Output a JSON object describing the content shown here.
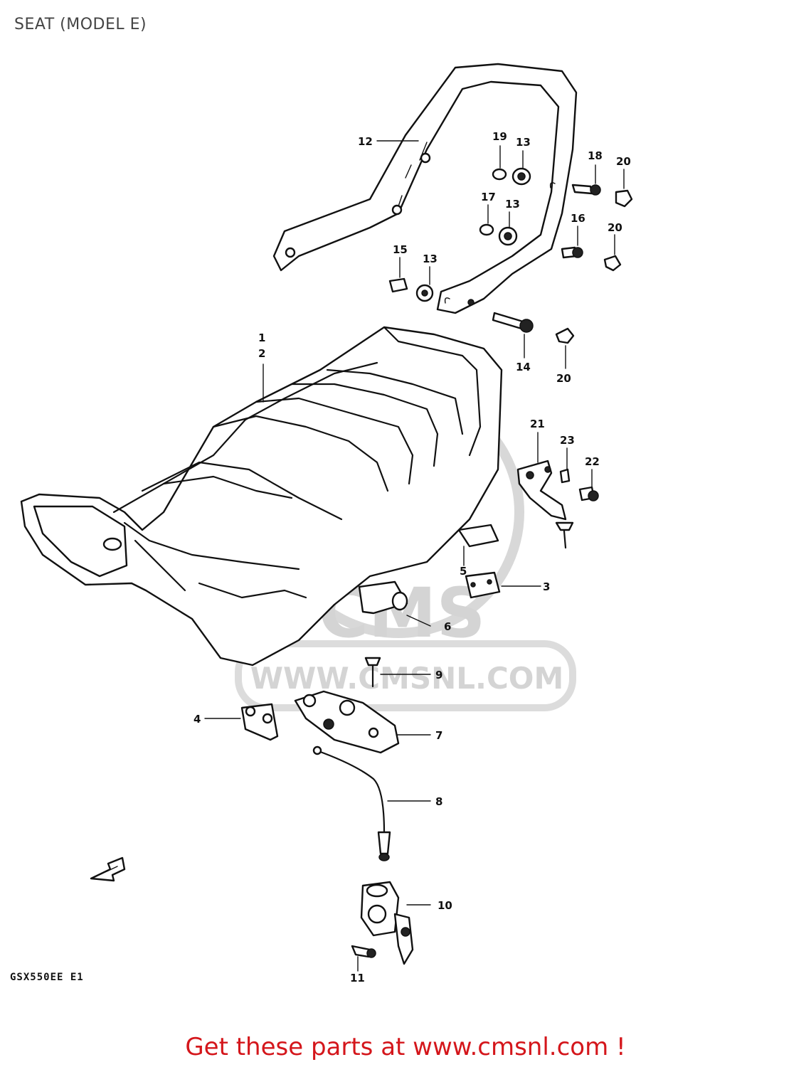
{
  "title": "SEAT (MODEL E)",
  "watermark": {
    "brand": "CMS",
    "url": "WWW.CMSNL.COM"
  },
  "model_code": "GSX550EE E1",
  "footer": {
    "text": "Get these parts at www.cmsnl.com !",
    "color": "#d4161b"
  },
  "callouts": [
    {
      "id": "c1",
      "text": "1"
    },
    {
      "id": "c2",
      "text": "2"
    },
    {
      "id": "c3",
      "text": "3"
    },
    {
      "id": "c4",
      "text": "4"
    },
    {
      "id": "c5",
      "text": "5"
    },
    {
      "id": "c6",
      "text": "6"
    },
    {
      "id": "c7",
      "text": "7"
    },
    {
      "id": "c8",
      "text": "8"
    },
    {
      "id": "c9",
      "text": "9"
    },
    {
      "id": "c10",
      "text": "10"
    },
    {
      "id": "c11",
      "text": "11"
    },
    {
      "id": "c12",
      "text": "12"
    },
    {
      "id": "c13a",
      "text": "13"
    },
    {
      "id": "c13b",
      "text": "13"
    },
    {
      "id": "c13c",
      "text": "13"
    },
    {
      "id": "c14",
      "text": "14"
    },
    {
      "id": "c15",
      "text": "15"
    },
    {
      "id": "c16",
      "text": "16"
    },
    {
      "id": "c17",
      "text": "17"
    },
    {
      "id": "c18",
      "text": "18"
    },
    {
      "id": "c19",
      "text": "19"
    },
    {
      "id": "c20a",
      "text": "20"
    },
    {
      "id": "c20b",
      "text": "20"
    },
    {
      "id": "c20c",
      "text": "20"
    },
    {
      "id": "c21",
      "text": "21"
    },
    {
      "id": "c22",
      "text": "22"
    },
    {
      "id": "c23",
      "text": "23"
    }
  ]
}
